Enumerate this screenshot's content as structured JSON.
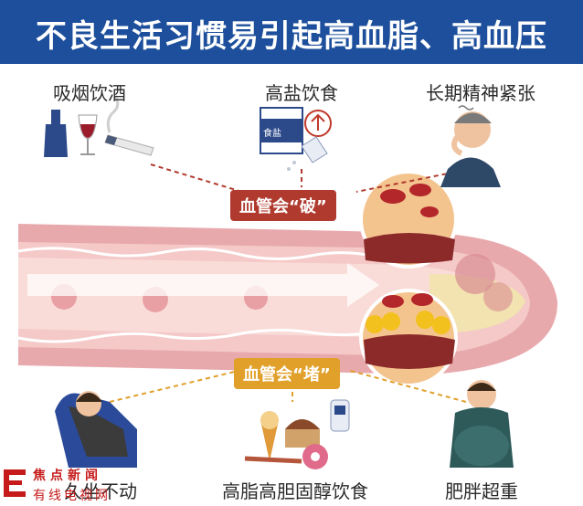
{
  "banner": {
    "title": "不良生活习惯易引起高血脂、高血压"
  },
  "factors": {
    "smoking_drinking": "吸烟饮酒",
    "high_salt": "高盐饮食",
    "stress": "长期精神紧张",
    "inactivity": "久坐不动",
    "high_fat_diet": "高脂高胆固醇饮食",
    "obesity": "肥胖超重"
  },
  "tags": {
    "break": "血管会“破”",
    "block": "血管会“堵”"
  },
  "salt_label": "食盐",
  "watermark": {
    "line1": "焦点新闻",
    "line2": "有线电视网"
  },
  "colors": {
    "banner": "#1d4f9c",
    "tag_red": "#b03a2e",
    "tag_gold": "#e0a02a",
    "vessel": "#e8a9ad"
  }
}
